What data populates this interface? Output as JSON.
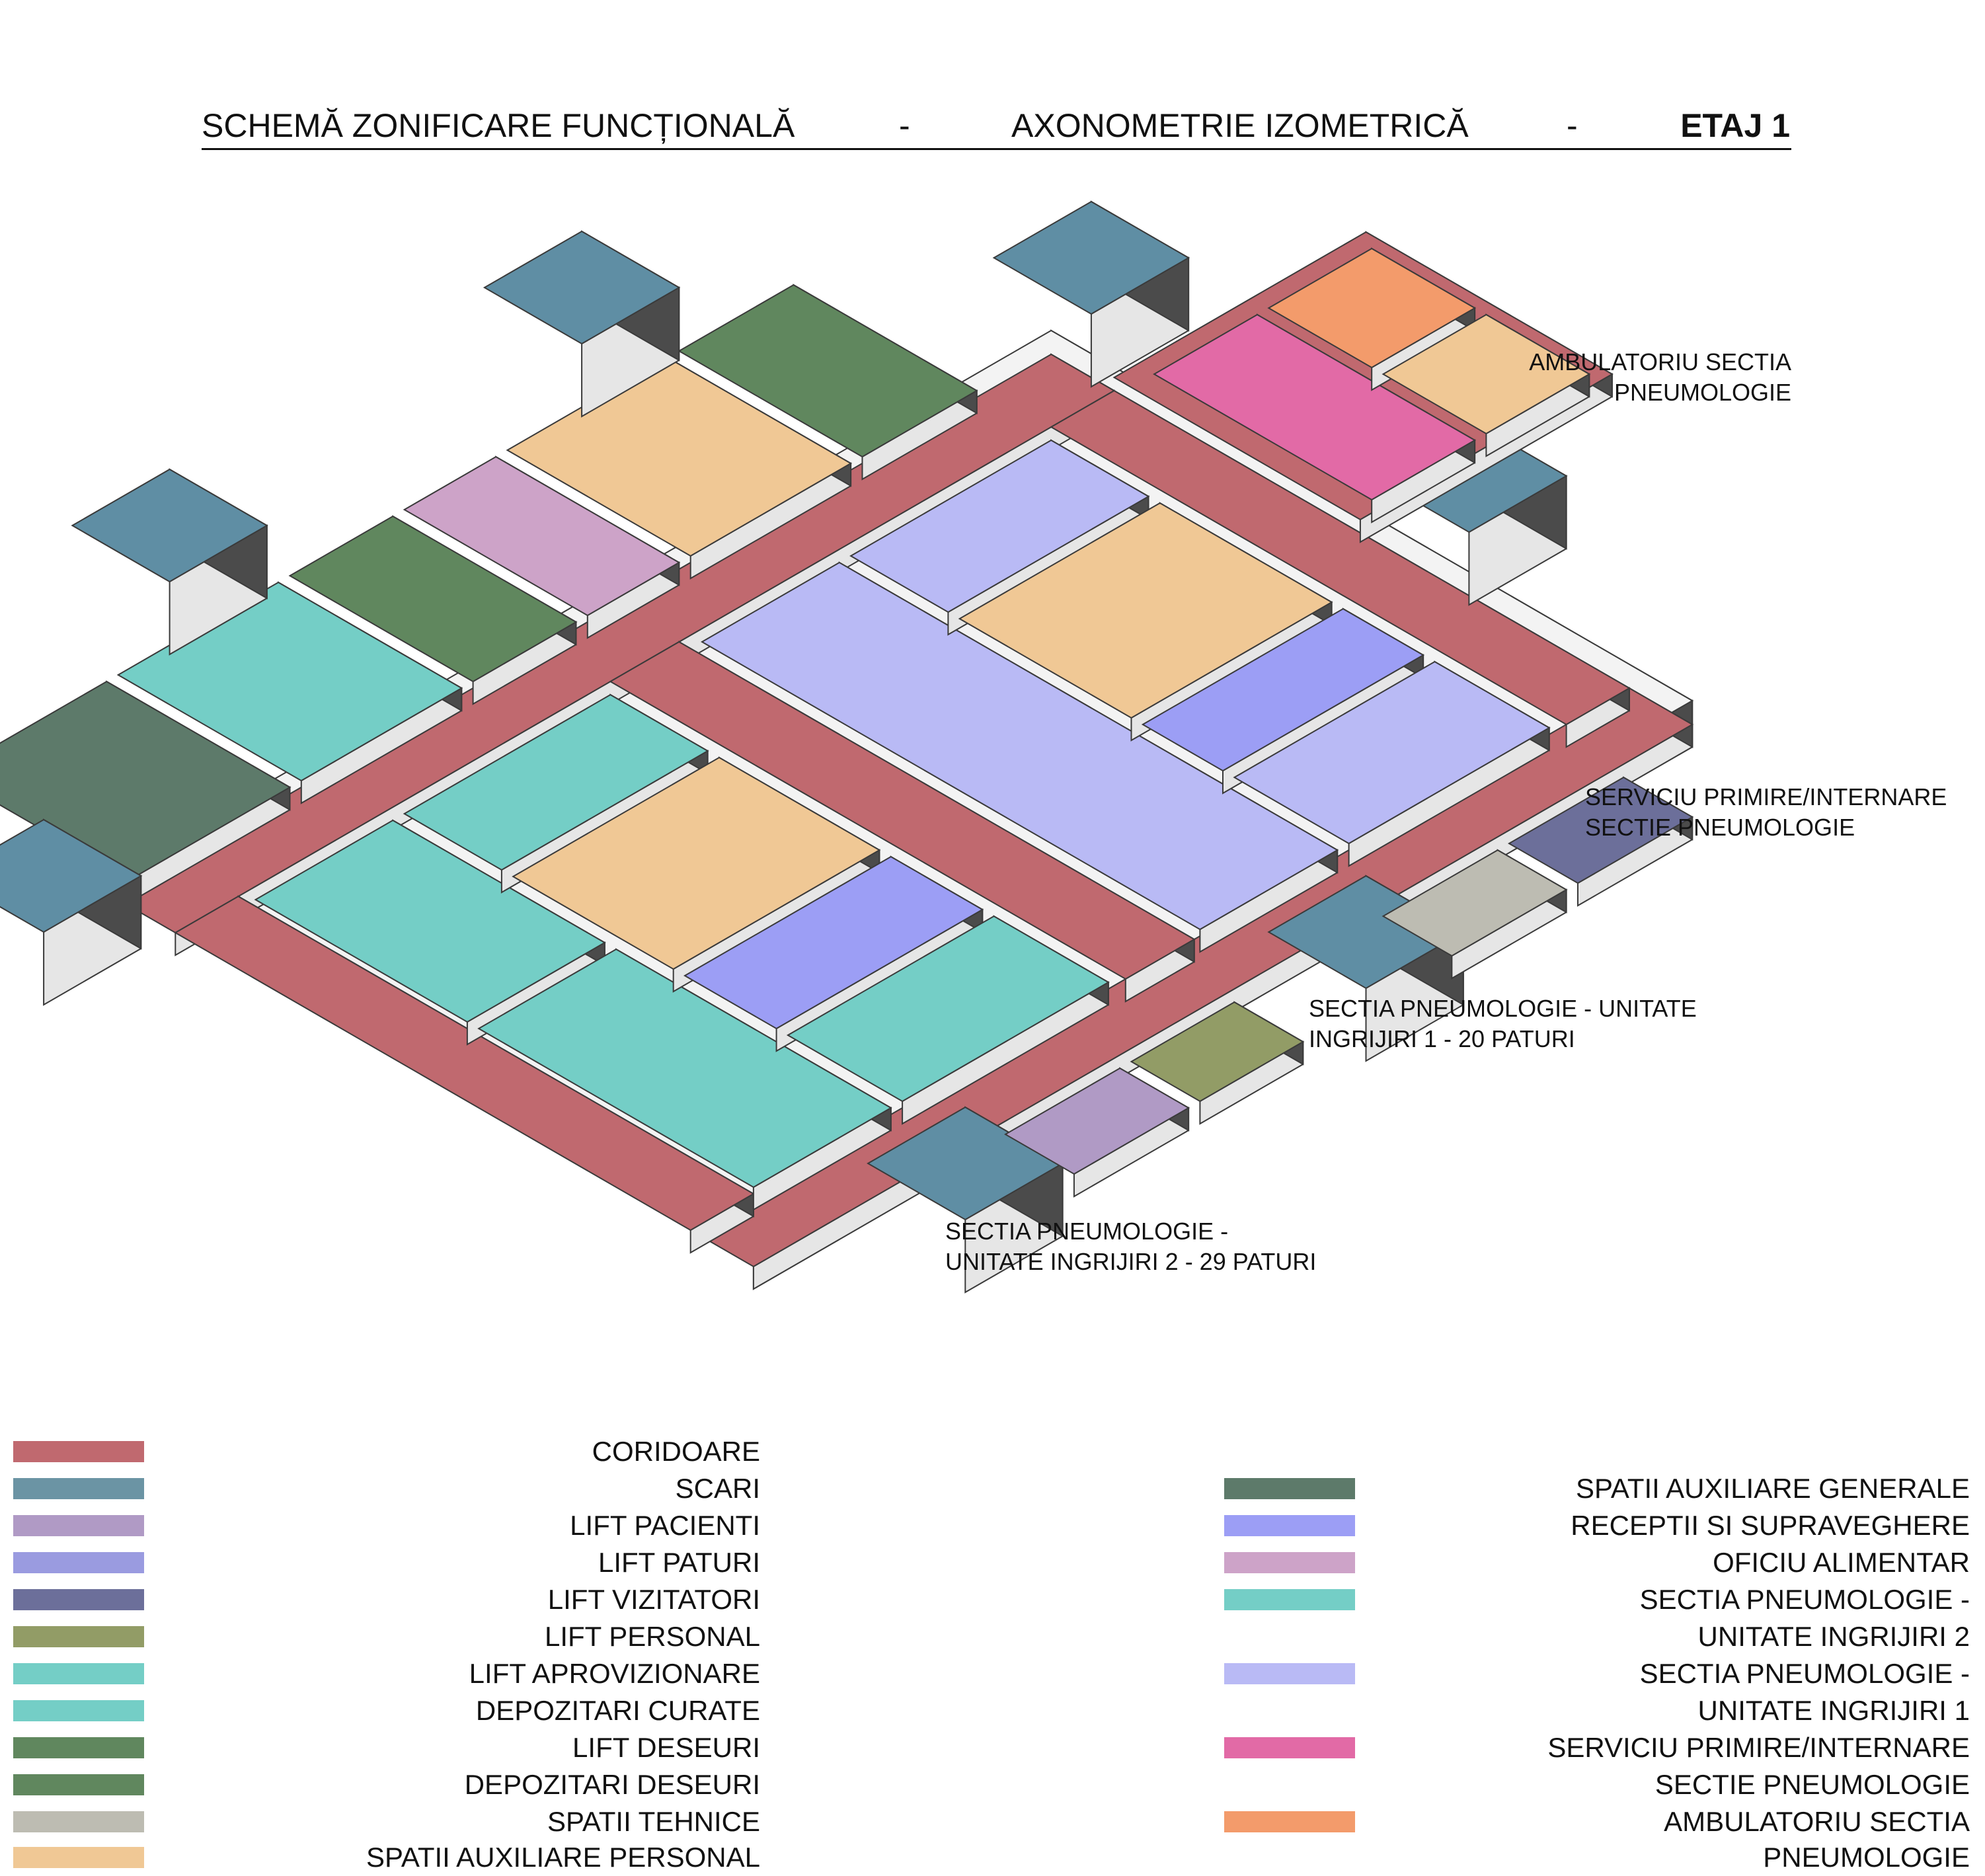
{
  "header": {
    "title_left": "SCHEMĂ ZONIFICARE FUNCȚIONALĂ",
    "separator": "-",
    "title_middle": "AXONOMETRIE IZOMETRICĂ",
    "title_right": "ETAJ 1"
  },
  "annotations": {
    "ambulatoriu": [
      "AMBULATORIU SECTIA",
      "PNEUMOLOGIE"
    ],
    "serviciu": [
      "SERVICIU PRIMIRE/INTERNARE",
      "SECTIE PNEUMOLOGIE"
    ],
    "unitate1": [
      "SECTIA PNEUMOLOGIE - UNITATE",
      "INGRIJIRI 1 - 20 PATURI"
    ],
    "unitate2": [
      "SECTIA PNEUMOLOGIE   -",
      "UNITATE INGRIJIRI 2 - 29 PATURI"
    ]
  },
  "colors": {
    "coridoare": "#c0696f",
    "coridoare_dark": "#7a2e33",
    "scari": "#5f8ea4",
    "scari_dark": "#24485a",
    "lift_pacienti": "#b09ac5",
    "lift_paturi": "#9a9be0",
    "lift_vizitatori": "#6c6f9a",
    "lift_personal": "#929c66",
    "lift_aprovizionare": "#74cec6",
    "depozitari_curate": "#74cec6",
    "lift_deseuri": "#60875e",
    "depozitari_deseuri": "#60875e",
    "spatii_tehnice": "#bdbcb2",
    "spatii_aux_personal": "#f0c895",
    "spatii_aux_generale": "#5d7a6a",
    "receptii": "#9c9ef5",
    "oficiu": "#cda3c8",
    "unitate2": "#74cec6",
    "unitate1": "#b9baf5",
    "serviciu": "#e26aa6",
    "ambulatoriu": "#f39b6b",
    "wall_light": "#e6e6e6",
    "wall_dark": "#4b4b4b"
  },
  "legend": {
    "left": [
      {
        "label": "CORIDOARE",
        "color": "#c0696f"
      },
      {
        "label": "SCARI",
        "color": "#6b94a4"
      },
      {
        "label": "LIFT PACIENTI",
        "color": "#b09ac5"
      },
      {
        "label": "LIFT PATURI",
        "color": "#9a9be0"
      },
      {
        "label": "LIFT VIZITATORI",
        "color": "#6c6f9a"
      },
      {
        "label": "LIFT PERSONAL",
        "color": "#929c66"
      },
      {
        "label": "LIFT APROVIZIONARE",
        "color": "#74cec6"
      },
      {
        "label": "DEPOZITARI CURATE",
        "color": "#74cec6"
      },
      {
        "label": "LIFT DESEURI",
        "color": "#60875e"
      },
      {
        "label": "DEPOZITARI DESEURI",
        "color": "#60875e"
      },
      {
        "label": "SPATII TEHNICE",
        "color": "#bdbcb2"
      },
      {
        "label": "SPATII AUXILIARE PERSONAL",
        "color": "#f0c895"
      }
    ],
    "right": [
      {
        "label": "SPATII AUXILIARE GENERALE",
        "color": "#5d7a6a"
      },
      {
        "label": "RECEPTII SI SUPRAVEGHERE",
        "color": "#9c9ef5"
      },
      {
        "label": "OFICIU ALIMENTAR",
        "color": "#cda3c8"
      },
      {
        "label": "SECTIA PNEUMOLOGIE   -",
        "sub": "UNITATE INGRIJIRI 2",
        "color": "#74cec6"
      },
      {
        "label": "SECTIA PNEUMOLOGIE -",
        "sub": "UNITATE INGRIJIRI 1",
        "color": "#b9baf5"
      },
      {
        "label": "SERVICIU PRIMIRE/INTERNARE",
        "sub": "SECTIE PNEUMOLOGIE",
        "color": "#e26aa6"
      },
      {
        "label": "AMBULATORIU SECTIA",
        "sub": "PNEUMOLOGIE",
        "color": "#f39b6b"
      }
    ]
  }
}
